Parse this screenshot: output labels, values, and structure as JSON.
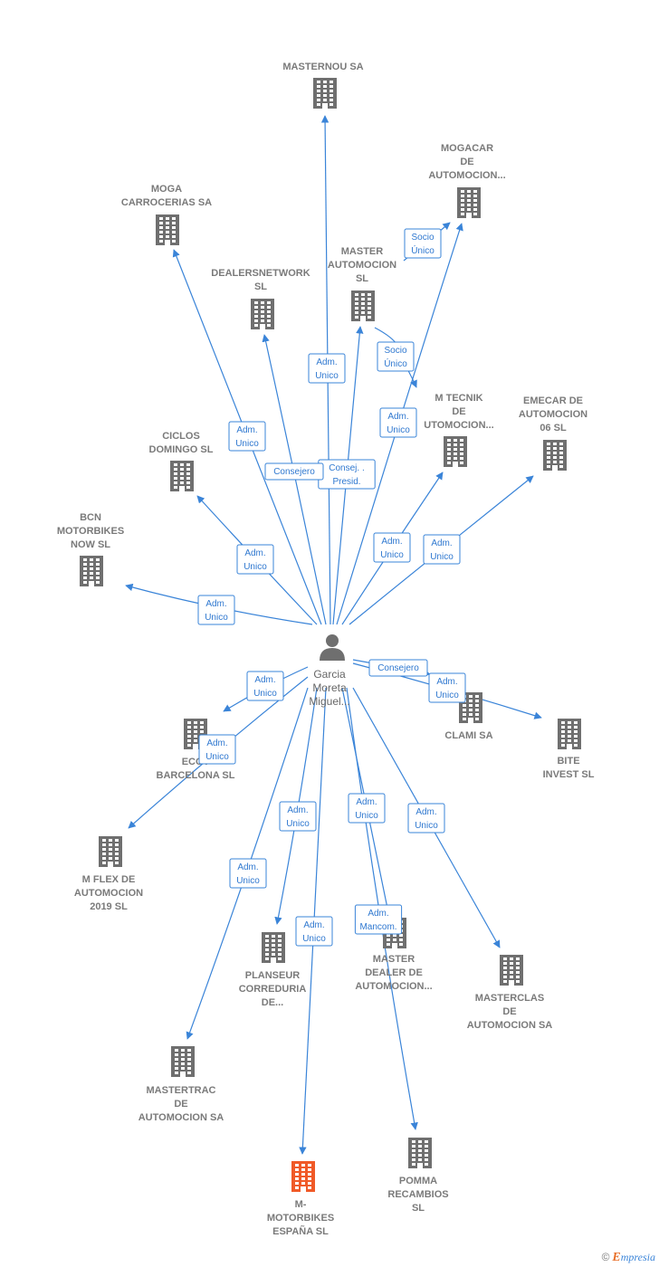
{
  "center": {
    "label_lines": [
      "Garcia",
      "Moreta",
      "Miguel..."
    ],
    "icon": "person-icon"
  },
  "colors": {
    "edge": "#3a84d8",
    "building": "#6f6f6f",
    "highlight": "#f05a28",
    "label": "#7a7a7a"
  },
  "nodes": [
    {
      "id": "masternou",
      "lines": [
        "MASTERNOU SA"
      ],
      "icon": "building-icon"
    },
    {
      "id": "mogacar",
      "lines": [
        "MOGACAR",
        "DE",
        "AUTOMOCION..."
      ],
      "icon": "building-icon"
    },
    {
      "id": "moga-carrocerias",
      "lines": [
        "MOGA",
        "CARROCERIAS SA"
      ],
      "icon": "building-icon"
    },
    {
      "id": "master-automocion",
      "lines": [
        "MASTER",
        "AUTOMOCION",
        "SL"
      ],
      "icon": "building-icon"
    },
    {
      "id": "dealersnetwork",
      "lines": [
        "DEALERSNETWORK",
        "SL"
      ],
      "icon": "building-icon"
    },
    {
      "id": "m-tecnik",
      "lines": [
        "M TECNIK",
        "DE",
        "UTOMOCION..."
      ],
      "icon": "building-icon"
    },
    {
      "id": "emecar",
      "lines": [
        "EMECAR DE",
        "AUTOMOCION",
        "06 SL"
      ],
      "icon": "building-icon"
    },
    {
      "id": "ciclos-domingo",
      "lines": [
        "CICLOS",
        "DOMINGO  SL"
      ],
      "icon": "building-icon"
    },
    {
      "id": "bcn-motorbikes",
      "lines": [
        "BCN",
        "MOTORBIKES",
        "NOW  SL"
      ],
      "icon": "building-icon"
    },
    {
      "id": "clami",
      "lines": [
        "CLAMI SA"
      ],
      "icon": "building-icon"
    },
    {
      "id": "bite-invest",
      "lines": [
        "BITE",
        "INVEST SL"
      ],
      "icon": "building-icon"
    },
    {
      "id": "eco-barcelona",
      "lines": [
        "ECOT",
        "BARCELONA SL"
      ],
      "icon": "building-icon"
    },
    {
      "id": "m-flex",
      "lines": [
        "M FLEX DE",
        "AUTOMOCION",
        "2019  SL"
      ],
      "icon": "building-icon"
    },
    {
      "id": "planseur",
      "lines": [
        "PLANSEUR",
        "CORREDURIA",
        "DE..."
      ],
      "icon": "building-icon"
    },
    {
      "id": "master-dealer",
      "lines": [
        "MASTER",
        "DEALER DE",
        "AUTOMOCION..."
      ],
      "icon": "building-icon"
    },
    {
      "id": "masterclas",
      "lines": [
        "MASTERCLAS",
        "DE",
        "AUTOMOCION SA"
      ],
      "icon": "building-icon"
    },
    {
      "id": "mastertrac",
      "lines": [
        "MASTERTRAC",
        "DE",
        "AUTOMOCION SA"
      ],
      "icon": "building-icon"
    },
    {
      "id": "pomma",
      "lines": [
        "POMMA",
        "RECAMBIOS",
        "SL"
      ],
      "icon": "building-icon"
    },
    {
      "id": "m-motorbikes",
      "lines": [
        "M-",
        "MOTORBIKES",
        "ESPAÑA  SL"
      ],
      "icon": "building-icon",
      "highlight": true
    }
  ],
  "edges": [
    {
      "target": "masternou",
      "label": [
        "Adm.",
        "Unico"
      ]
    },
    {
      "target": "mogacar",
      "label": [
        "Adm.",
        "Unico"
      ]
    },
    {
      "target": "moga-carrocerias",
      "label": [
        "Adm.",
        "Unico"
      ]
    },
    {
      "target": "master-automocion",
      "label": [
        "Consej. .",
        "Presid."
      ]
    },
    {
      "target": "dealersnetwork",
      "label": [
        "Consejero"
      ]
    },
    {
      "target": "m-tecnik",
      "label": [
        "Adm.",
        "Unico"
      ]
    },
    {
      "target": "emecar",
      "label": [
        "Adm.",
        "Unico"
      ]
    },
    {
      "target": "ciclos-domingo",
      "label": [
        "Adm.",
        "Unico"
      ]
    },
    {
      "target": "bcn-motorbikes",
      "label": [
        "Adm.",
        "Unico"
      ]
    },
    {
      "target": "clami",
      "label": [
        "Consejero"
      ]
    },
    {
      "target": "bite-invest",
      "label": [
        "Adm.",
        "Unico"
      ]
    },
    {
      "target": "eco-barcelona",
      "label": [
        "Adm.",
        "Unico"
      ]
    },
    {
      "target": "m-flex",
      "label": [
        "Adm.",
        "Unico"
      ]
    },
    {
      "target": "planseur",
      "label": [
        "Adm.",
        "Unico"
      ]
    },
    {
      "target": "master-dealer",
      "label": [
        "Adm.",
        "Unico"
      ]
    },
    {
      "target": "masterclas",
      "label": [
        "Adm.",
        "Unico"
      ]
    },
    {
      "target": "mastertrac",
      "label": [
        "Adm.",
        "Unico"
      ]
    },
    {
      "target": "pomma",
      "label": [
        "Adm.",
        "Mancom."
      ]
    },
    {
      "target": "m-motorbikes",
      "label": [
        "Adm.",
        "Unico"
      ]
    }
  ],
  "side_edges": [
    {
      "from": "master-automocion",
      "to": "mogacar",
      "label": [
        "Socio",
        "Único"
      ]
    },
    {
      "from": "master-automocion",
      "to": "m-tecnik",
      "label": [
        "Socio",
        "Único"
      ]
    }
  ],
  "footer": {
    "copyright": "©",
    "brand_initial": "E",
    "brand_rest": "mpresia"
  }
}
